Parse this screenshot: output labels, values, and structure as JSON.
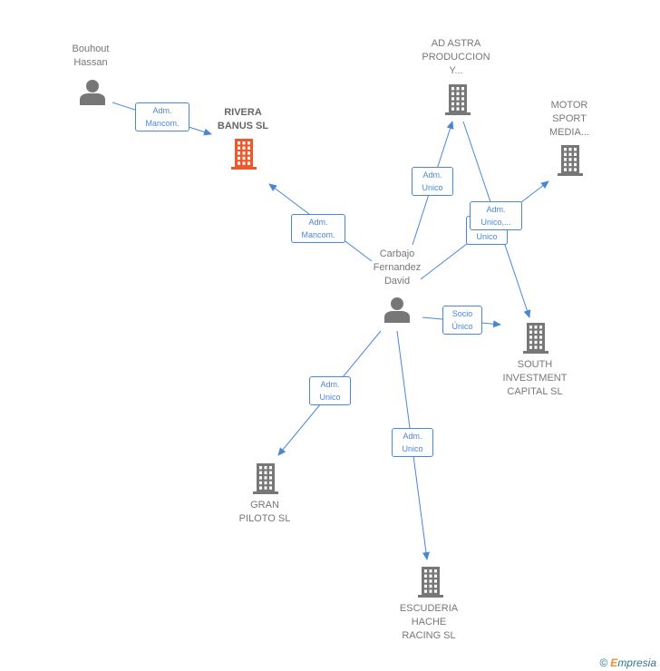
{
  "nodes": {
    "bouhout": {
      "lines": [
        "Bouhout",
        "Hassan"
      ],
      "type": "person"
    },
    "rivera": {
      "lines": [
        "RIVERA",
        "BANUS  SL"
      ],
      "type": "company",
      "highlight": true
    },
    "adastra": {
      "lines": [
        "AD ASTRA",
        "PRODUCCION",
        "Y..."
      ],
      "type": "company"
    },
    "motor": {
      "lines": [
        "MOTOR",
        "SPORT",
        "MEDIA..."
      ],
      "type": "company"
    },
    "carbajo": {
      "lines": [
        "Carbajo",
        "Fernandez",
        "David"
      ],
      "type": "person"
    },
    "south": {
      "lines": [
        "SOUTH",
        "INVESTMENT",
        "CAPITAL  SL"
      ],
      "type": "company"
    },
    "gran": {
      "lines": [
        "GRAN",
        "PILOTO SL"
      ],
      "type": "company"
    },
    "escuderia": {
      "lines": [
        "ESCUDERIA",
        "HACHE",
        "RACING SL"
      ],
      "type": "company"
    }
  },
  "edges": {
    "bouhout_rivera": {
      "lines": [
        "Adm.",
        "Mancom."
      ]
    },
    "carbajo_rivera": {
      "lines": [
        "Adm.",
        "Mancom."
      ]
    },
    "carbajo_adastra": {
      "lines": [
        "Adm.",
        "Unico"
      ]
    },
    "carbajo_motor": {
      "lines": [
        "Adm.",
        "Unico,..."
      ]
    },
    "adastra_south": {
      "lines": [
        "Adm.",
        "Unico"
      ]
    },
    "carbajo_south": {
      "lines": [
        "Socio",
        "Único"
      ]
    },
    "carbajo_gran": {
      "lines": [
        "Adm.",
        "Unico"
      ]
    },
    "carbajo_escuderia": {
      "lines": [
        "Adm.",
        "Unico"
      ]
    }
  },
  "colors": {
    "edge": "#4a86d8",
    "icon": "#777777",
    "highlight_icon": "#f0572a",
    "label": "#777777"
  },
  "icons": {
    "person": "person-icon",
    "company": "building-icon"
  },
  "footer": {
    "copyright": "©",
    "brand_e": "E",
    "brand_rest": "mpresia"
  }
}
